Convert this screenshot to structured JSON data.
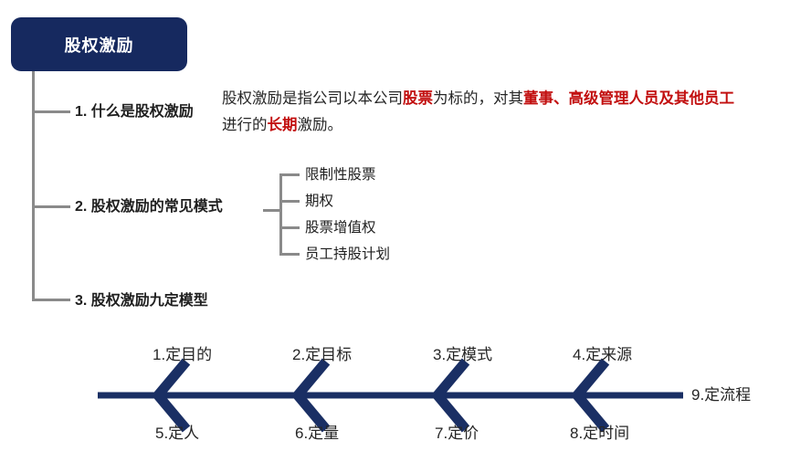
{
  "colors": {
    "navy": "#16295f",
    "line_navy": "#1a2f64",
    "connector_gray": "#8a8a8a",
    "text_black": "#262626",
    "highlight_red": "#c21010"
  },
  "header": {
    "title": "股权激励"
  },
  "tree": {
    "item1": {
      "label": "1. 什么是股权激励"
    },
    "item2": {
      "label": "2. 股权激励的常见模式"
    },
    "item3": {
      "label": "3. 股权激励九定模型"
    },
    "modes": [
      "限制性股票",
      "期权",
      "股票增值权",
      "员工持股计划"
    ]
  },
  "definition": {
    "segments": [
      {
        "text": "股权激励是指公司以本公司",
        "highlight": false
      },
      {
        "text": "股票",
        "highlight": true
      },
      {
        "text": "为标的，对其",
        "highlight": false
      },
      {
        "text": "董事、高级管理人员及其他员工",
        "highlight": true
      },
      {
        "text": "进行的",
        "highlight": false
      },
      {
        "text": "长期",
        "highlight": true
      },
      {
        "text": "激励。",
        "highlight": false
      }
    ]
  },
  "fishbone": {
    "top_labels": [
      "1.定目的",
      "2.定目标",
      "3.定模式",
      "4.定来源"
    ],
    "bottom_labels": [
      "5.定人",
      "6.定量",
      "7.定价",
      "8.定时间"
    ],
    "end_label": "9.定流程"
  }
}
